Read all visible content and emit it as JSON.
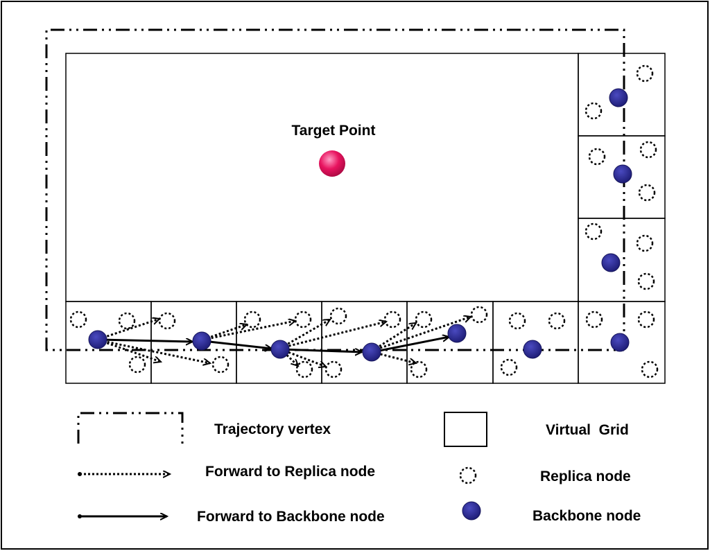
{
  "diagram": {
    "target_label": "Target Point",
    "legend": {
      "trajectory": "Trajectory vertex",
      "forward_replica": "Forward to Replica node",
      "forward_backbone": "Forward to Backbone node",
      "virtual_grid": "Virtual  Grid",
      "replica_node": "Replica node",
      "backbone_node": "Backbone node"
    },
    "colors": {
      "backbone": "#2b2a8c",
      "target": "#e8135f",
      "line": "#000000"
    }
  }
}
